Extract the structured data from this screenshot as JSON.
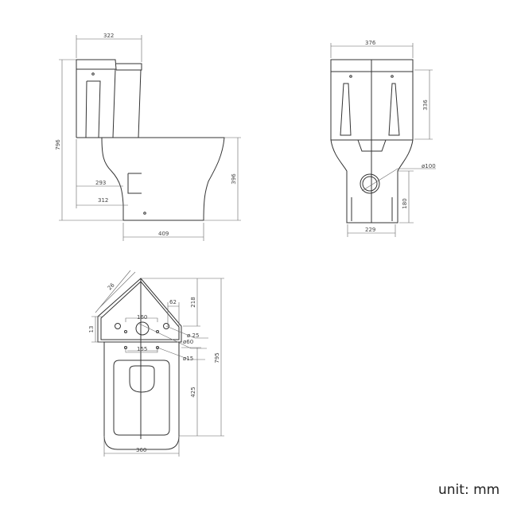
{
  "side_view": {
    "width_tank": "322",
    "height_total": "796",
    "pan_293": "293",
    "pan_312": "312",
    "base_409": "409",
    "height_bowl": "396"
  },
  "front_view": {
    "width_tank": "376",
    "height_tank": "336",
    "outlet_dia": "ø100",
    "outlet_height": "180",
    "base_229": "229"
  },
  "top_view": {
    "corner_26": "26",
    "offset_62": "62",
    "depth_218": "218",
    "edge_13": "13",
    "holes_160": "160",
    "hole_25": "ø 25",
    "hole_60": "ø60",
    "holes_155": "155",
    "hole_15": "ø15",
    "length_795": "795",
    "bowl_425": "425",
    "width_360": "360"
  },
  "unit_label": "unit: mm"
}
